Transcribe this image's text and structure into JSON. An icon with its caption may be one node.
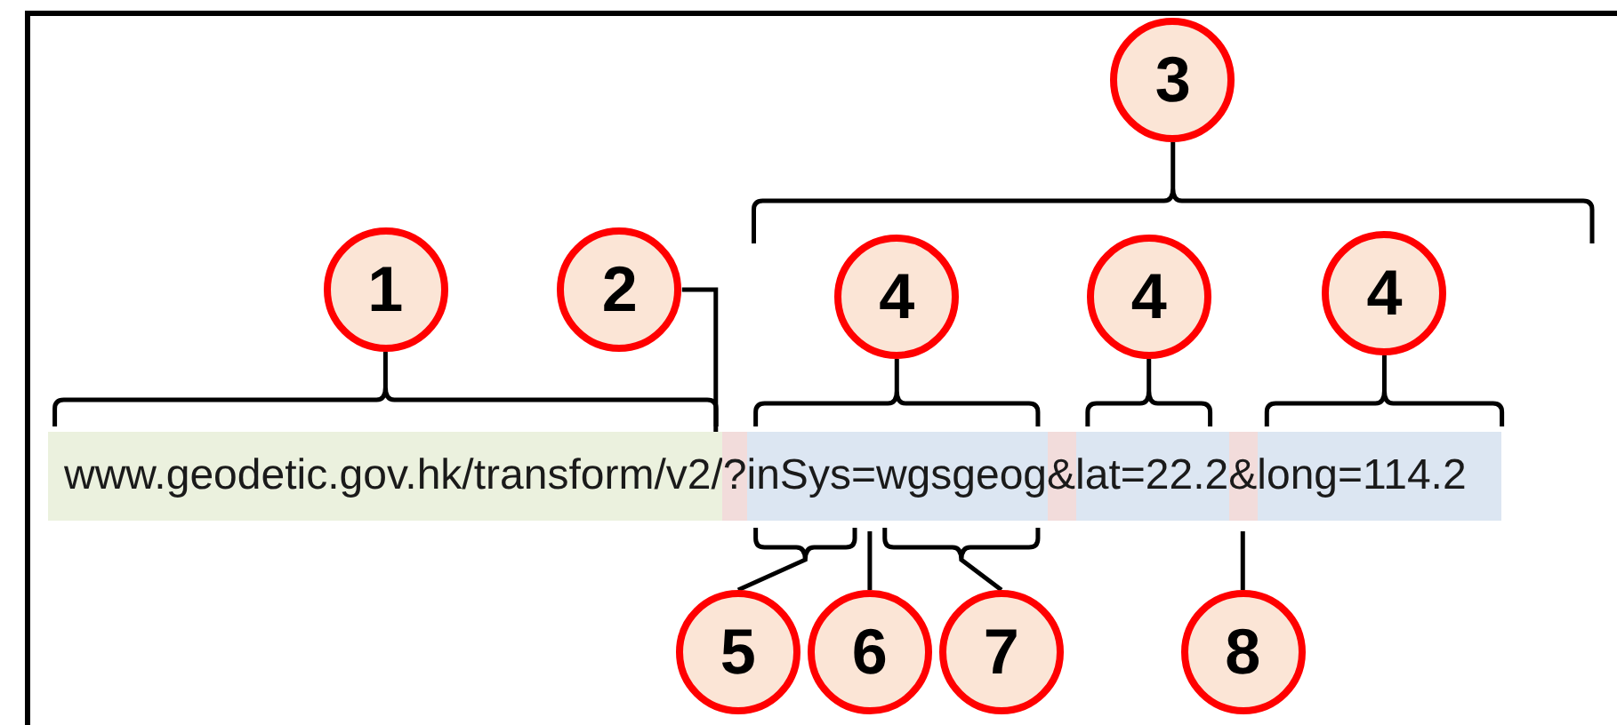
{
  "diagram": {
    "nodes": [
      {
        "text": [
          "3"
        ]
      },
      {
        "text": [
          "1"
        ]
      },
      {
        "text": [
          "2"
        ]
      },
      {
        "text": [
          "4"
        ]
      },
      {
        "text": [
          "4"
        ]
      },
      {
        "text": [
          "4"
        ]
      },
      {
        "text": [
          "www.geodetic.gov.hk/transform/v2/"
        ]
      },
      {
        "text": [
          "?"
        ]
      },
      {
        "text": [
          "inSys=wgsgeog"
        ]
      },
      {
        "text": [
          "&"
        ]
      },
      {
        "text": [
          "lat=22.2"
        ]
      },
      {
        "text": [
          "&"
        ]
      },
      {
        "text": [
          "long=114.2"
        ]
      },
      {
        "text": [
          "5"
        ]
      },
      {
        "text": [
          "6"
        ]
      },
      {
        "text": [
          "7"
        ]
      },
      {
        "text": [
          "8"
        ]
      }
    ],
    "edges": [
      {
        "from": 1,
        "to": 6,
        "arrow": "none"
      },
      {
        "from": 2,
        "to": 7,
        "arrow": "none"
      },
      {
        "from": 0,
        "to": null,
        "arrow": "none"
      },
      {
        "from": 3,
        "to": 8,
        "arrow": "none"
      },
      {
        "from": 4,
        "to": 10,
        "arrow": "none"
      },
      {
        "from": 5,
        "to": 12,
        "arrow": "none"
      },
      {
        "from": 13,
        "to": 8,
        "arrow": "none"
      },
      {
        "from": 14,
        "to": 8,
        "arrow": "none"
      },
      {
        "from": 15,
        "to": 8,
        "arrow": "none"
      },
      {
        "from": 16,
        "to": 11,
        "arrow": "none"
      }
    ]
  }
}
